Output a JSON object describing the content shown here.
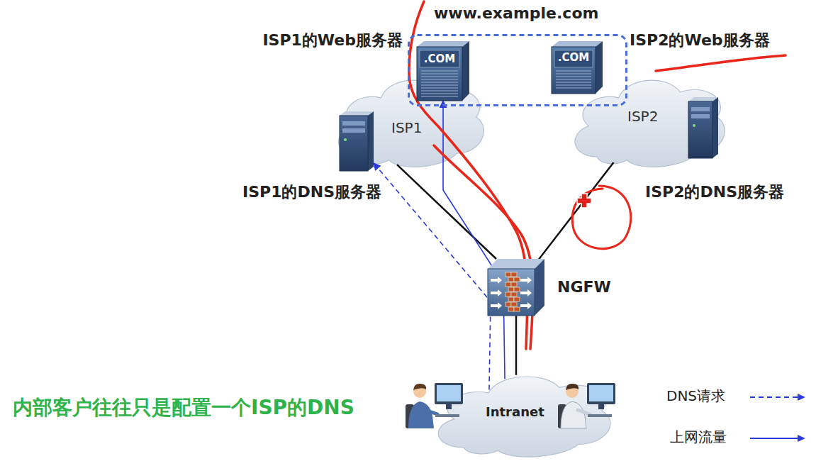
{
  "diagram": {
    "nodes": [
      {
        "text": [
          "www.example.com"
        ]
      },
      {
        "text": [
          ".COM"
        ],
        "in": 0
      },
      {
        "text": [
          ".COM"
        ],
        "in": 0
      },
      {
        "text": [
          "ISP1"
        ]
      },
      {
        "text": [
          "ISP1的DNS服务器"
        ],
        "in": 3
      },
      {
        "text": [
          "ISP2"
        ]
      },
      {
        "text": [
          "ISP2的DNS服务器"
        ],
        "in": 5
      },
      {
        "text": [
          "NGFW"
        ]
      },
      {
        "text": [
          "Intranet"
        ]
      }
    ],
    "edges": [
      {
        "from": 3,
        "to": 7,
        "arrow": "none"
      },
      {
        "from": 5,
        "to": 7,
        "arrow": "none"
      },
      {
        "from": 7,
        "to": 8,
        "arrow": "none"
      },
      {
        "from": 8,
        "to": 4,
        "arrow": "to"
      },
      {
        "from": 8,
        "to": 1,
        "arrow": "to"
      }
    ],
    "labels": [
      "ISP1的Web服务器",
      "ISP2的Web服务器",
      "内部客户往往只是配置一个ISP的DNS"
    ],
    "legend": [
      {
        "text": "DNS请求"
      },
      {
        "text": "上网流量"
      }
    ]
  }
}
